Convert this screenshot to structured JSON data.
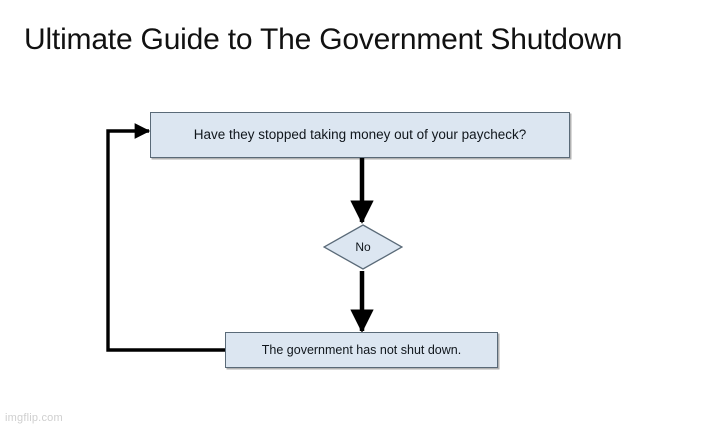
{
  "meme": {
    "title": "Ultimate Guide to The Government Shutdown",
    "watermark": "imgflip.com",
    "background_color": "#ffffff",
    "title_color": "#111111"
  },
  "flowchart": {
    "node_fill_color": "#dce6f1",
    "node_border_color": "#5a6a78",
    "connector_color": "#000000",
    "nodes": [
      {
        "id": "question",
        "shape": "rectangle",
        "label": "Have they stopped taking money out of your paycheck?"
      },
      {
        "id": "decision",
        "shape": "diamond",
        "label": "No"
      },
      {
        "id": "result",
        "shape": "rectangle",
        "label": "The government has not shut down."
      }
    ],
    "connectors": [
      {
        "id": "question-to-decision",
        "from": "question",
        "to": "decision",
        "arrow": true
      },
      {
        "id": "decision-to-result",
        "from": "decision",
        "to": "result",
        "arrow": true
      },
      {
        "id": "result-to-question-loop",
        "from": "result",
        "to": "question",
        "arrow": true
      }
    ]
  }
}
